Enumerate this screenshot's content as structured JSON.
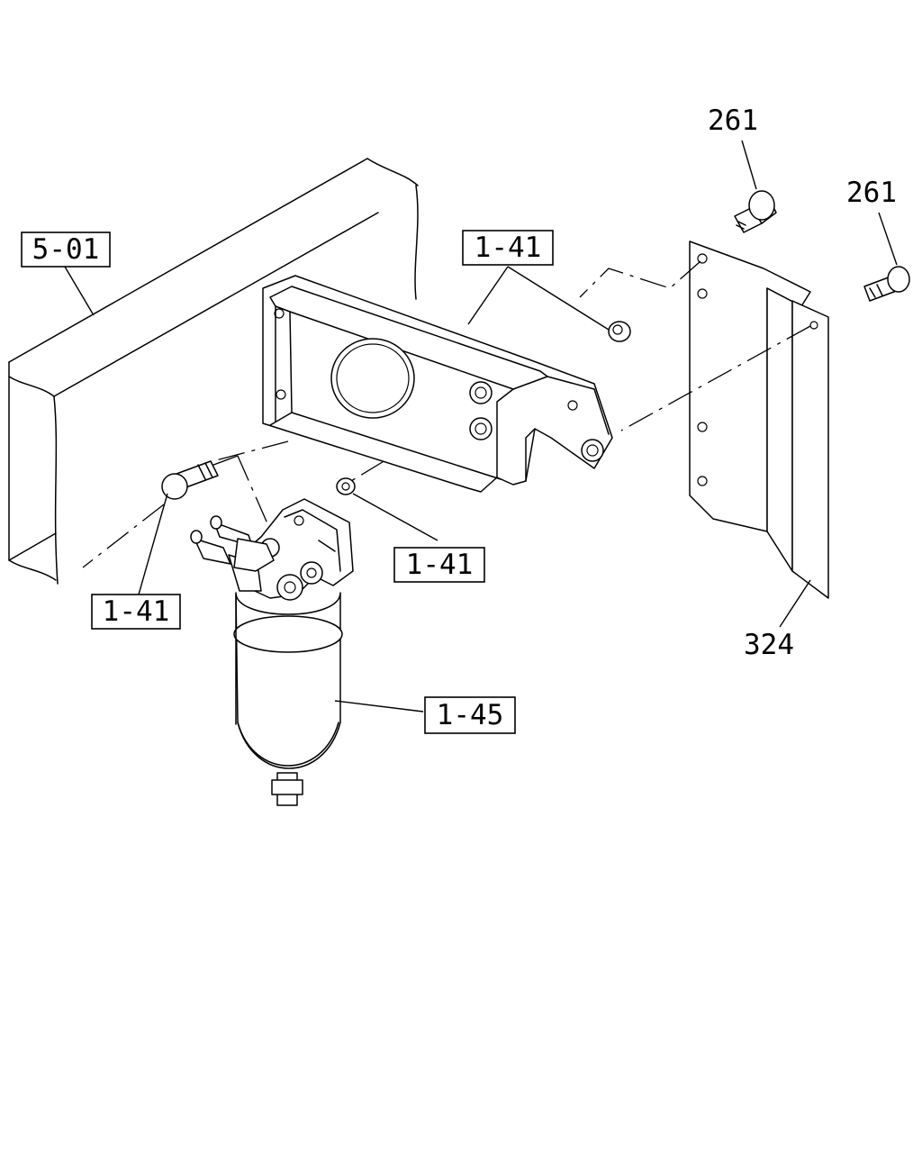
{
  "callouts": {
    "frame": "5-01",
    "bracket_top": "1-41",
    "washer": "1-41",
    "bolt_left": "1-41",
    "filter": "1-45",
    "bolt_top": "261",
    "bolt_right": "261",
    "plate": "324"
  }
}
